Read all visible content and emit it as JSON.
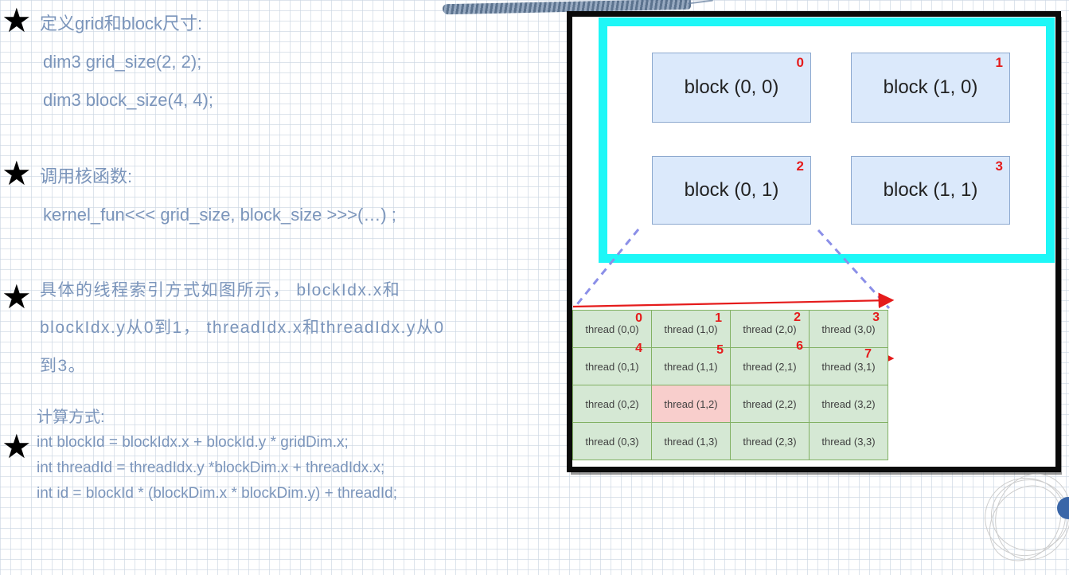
{
  "bullets": [
    {
      "marker": "★",
      "heading": "定义grid和block尺寸:",
      "lines": [
        "dim3 grid_size(2, 2);",
        "dim3 block_size(4, 4);"
      ]
    },
    {
      "marker": "★",
      "heading": "调用核函数:",
      "lines": [
        "kernel_fun<<< grid_size, block_size >>>(…) ;"
      ]
    },
    {
      "marker": "★",
      "heading": "",
      "lines": [
        "具体的线程索引方式如图所示， blockIdx.x和",
        "blockIdx.y从0到1， threadIdx.x和threadIdx.y从0",
        "到3。"
      ]
    },
    {
      "marker": "★",
      "heading": "计算方式:",
      "lines": [
        "int blockId = blockIdx.x + blockId.y * gridDim.x;",
        "int threadId = threadIdx.y *blockDim.x + threadIdx.x;",
        "int id = blockId * (blockDim.x * blockDim.y) + threadId;"
      ]
    }
  ],
  "diagram": {
    "blocks": [
      {
        "label": "block (0, 0)",
        "index": "0"
      },
      {
        "label": "block (1, 0)",
        "index": "1"
      },
      {
        "label": "block (0, 1)",
        "index": "2"
      },
      {
        "label": "block (1, 1)",
        "index": "3"
      }
    ],
    "thread_grid": {
      "rows": [
        [
          "thread (0,0)",
          "thread (1,0)",
          "thread (2,0)",
          "thread (3,0)"
        ],
        [
          "thread (0,1)",
          "thread (1,1)",
          "thread (2,1)",
          "thread (3,1)"
        ],
        [
          "thread (0,2)",
          "thread (1,2)",
          "thread (2,2)",
          "thread (3,2)"
        ],
        [
          "thread (0,3)",
          "thread (1,3)",
          "thread (2,3)",
          "thread (3,3)"
        ]
      ],
      "row1_thread_ids": [
        "0",
        "1",
        "2",
        "3"
      ],
      "row2_thread_ids": [
        "4",
        "5",
        "6",
        "7"
      ],
      "highlighted_cell": "thread (1,2)"
    },
    "colors": {
      "frame_black": "#0a0a0a",
      "frame_cyan": "#1ef7f7",
      "block_fill": "#dbe9fb",
      "block_border": "#8da9cf",
      "thread_cell_fill": "#d5e8d4",
      "thread_cell_border": "#82b164",
      "thread_cell_highlight": "#f8cecc",
      "index_red": "#e51b1b",
      "note_text_blue": "#7b95bb"
    }
  }
}
